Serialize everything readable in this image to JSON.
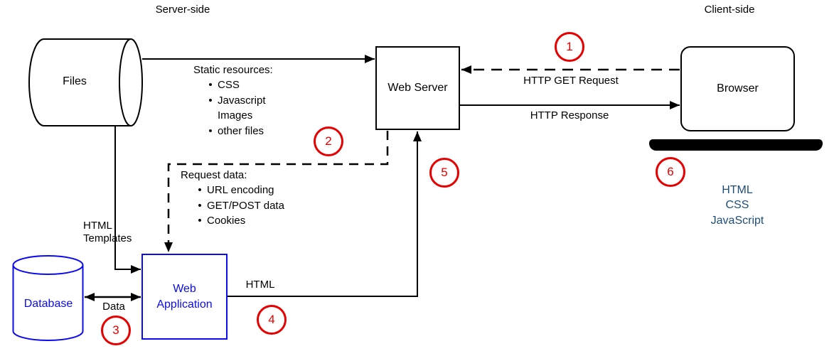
{
  "header": {
    "server_side": "Server-side",
    "client_side": "Client-side"
  },
  "nodes": {
    "files": {
      "label": "Files"
    },
    "web_server": {
      "label": "Web Server"
    },
    "browser": {
      "label": "Browser"
    },
    "database": {
      "label": "Database"
    },
    "web_application": {
      "label": "Web Application"
    }
  },
  "edges": {
    "http_get_request": {
      "label": "HTTP GET Request"
    },
    "http_response": {
      "label": "HTTP Response"
    },
    "data": {
      "label": "Data"
    },
    "html": {
      "label": "HTML"
    },
    "html_templates": {
      "label": "HTML Templates"
    }
  },
  "notes": {
    "static_resources": {
      "title": "Static resources:",
      "items": [
        "CSS",
        "Javascript",
        "Images",
        "other files"
      ]
    },
    "request_data": {
      "title": "Request data:",
      "items": [
        "URL encoding",
        "GET/POST data",
        "Cookies"
      ]
    },
    "client_tech": {
      "items": [
        "HTML",
        "CSS",
        "JavaScript"
      ]
    }
  },
  "annotations": [
    {
      "label": "1"
    },
    {
      "label": "2"
    },
    {
      "label": "3"
    },
    {
      "label": "4"
    },
    {
      "label": "5"
    },
    {
      "label": "6"
    }
  ],
  "colors": {
    "node_blue": "#0b0bee",
    "tech_navy": "#1f4e79",
    "annotation_red": "#e60000",
    "line_black": "#000000"
  }
}
